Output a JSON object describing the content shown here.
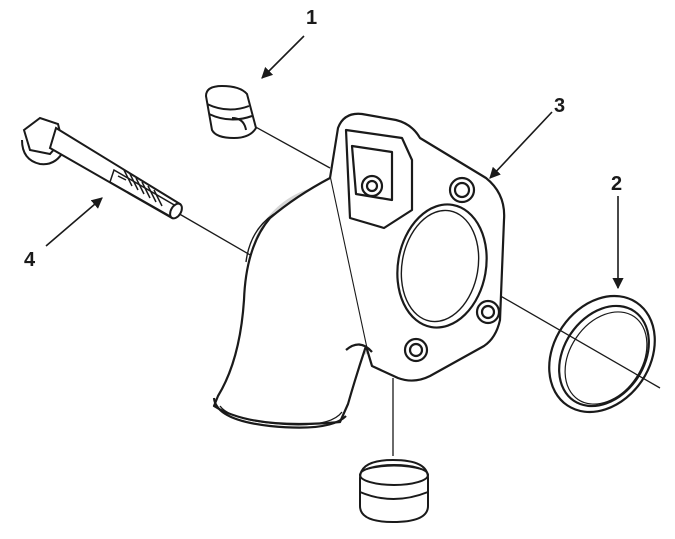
{
  "diagram": {
    "type": "exploded-parts-view",
    "callouts": [
      {
        "id": "1",
        "label": "1"
      },
      {
        "id": "2",
        "label": "2"
      },
      {
        "id": "3",
        "label": "3"
      },
      {
        "id": "4",
        "label": "4"
      }
    ],
    "colors": {
      "line": "#1a1a1a",
      "watermark": "#d6d6d6",
      "background": "#ffffff"
    }
  }
}
